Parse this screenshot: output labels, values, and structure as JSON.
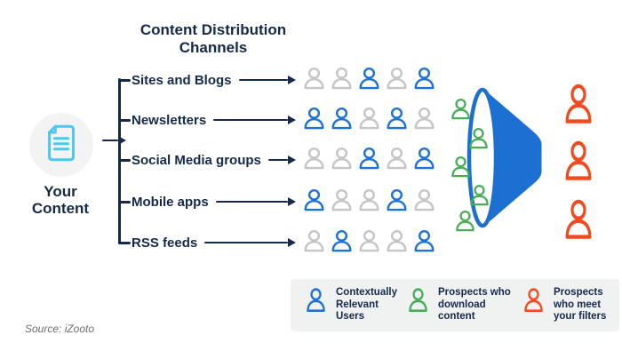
{
  "title": "Content Distribution\nChannels",
  "your_content": {
    "label": "Your\nContent",
    "icon": "document-icon"
  },
  "channels": [
    {
      "label": "Sites and Blogs",
      "audience": [
        "gray",
        "gray",
        "blue",
        "gray",
        "blue"
      ]
    },
    {
      "label": "Newsletters",
      "audience": [
        "blue",
        "blue",
        "gray",
        "blue",
        "gray"
      ]
    },
    {
      "label": "Social Media groups",
      "audience": [
        "gray",
        "gray",
        "blue",
        "gray",
        "blue"
      ]
    },
    {
      "label": "Mobile apps",
      "audience": [
        "blue",
        "gray",
        "gray",
        "blue",
        "gray"
      ]
    },
    {
      "label": "RSS feeds",
      "audience": [
        "gray",
        "blue",
        "gray",
        "gray",
        "blue"
      ]
    }
  ],
  "funnel": {
    "downloader_count": 5,
    "downloader_color": "green"
  },
  "results": {
    "count": 3,
    "color": "orange"
  },
  "legend": [
    {
      "icon_color": "blue",
      "label": "Contextually\nRelevant\nUsers"
    },
    {
      "icon_color": "green",
      "label": "Prospects who\ndownload\ncontent"
    },
    {
      "icon_color": "orange",
      "label": "Prospects\nwho meet\nyour filters"
    }
  ],
  "source_label": "Source: iZooto",
  "colors": {
    "navy": "#15294d",
    "blue": "#1e71d6",
    "funnel_blue": "#1b70d2",
    "gray": "#c4c5c7",
    "green": "#47ae57",
    "orange": "#f24a1d",
    "legend_bg": "#f0f1f1",
    "circle_bg": "#f3f3f4",
    "doc_blue": "#4ec6f0",
    "source_gray": "#6d6e71"
  }
}
